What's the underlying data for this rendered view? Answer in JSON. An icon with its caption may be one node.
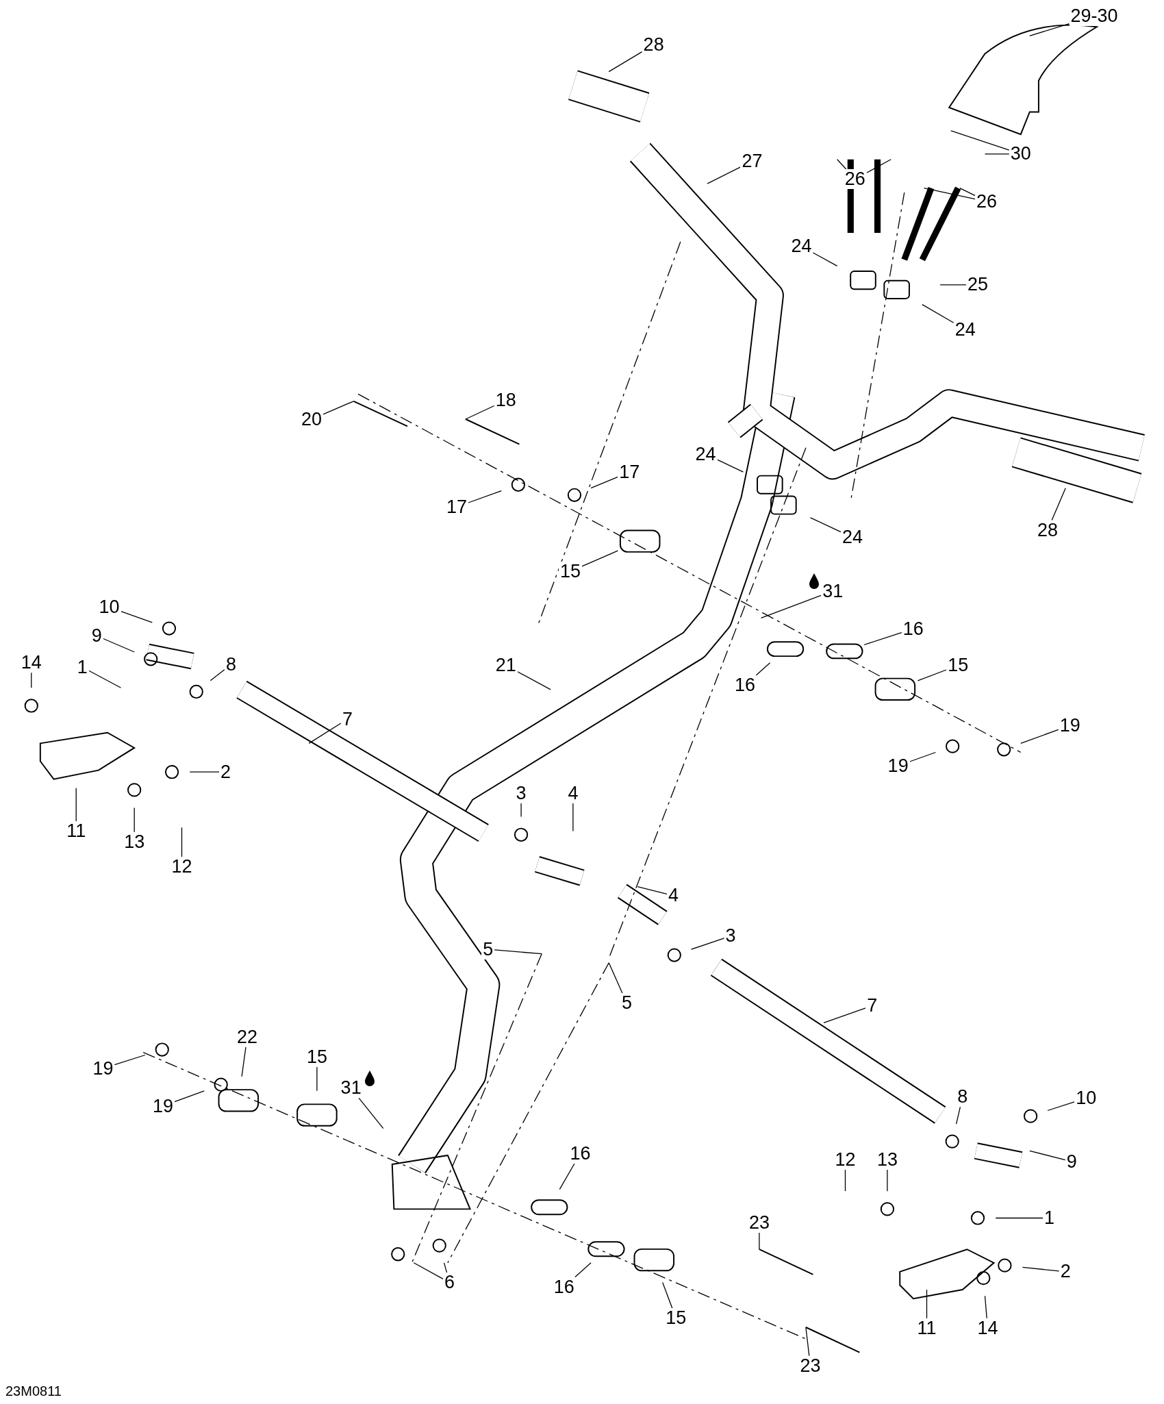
{
  "diagram": {
    "nodes": [
      {
        "text": [
          "28"
        ]
      },
      {
        "text": [
          "29-30"
        ]
      },
      {
        "text": [
          "27"
        ]
      },
      {
        "text": [
          "30"
        ]
      },
      {
        "text": [
          "26"
        ]
      },
      {
        "text": [
          "26"
        ]
      },
      {
        "text": [
          "24"
        ]
      },
      {
        "text": [
          "25"
        ]
      },
      {
        "text": [
          "24"
        ]
      },
      {
        "text": [
          "18"
        ]
      },
      {
        "text": [
          "20"
        ]
      },
      {
        "text": [
          "24"
        ]
      },
      {
        "text": [
          "28"
        ]
      },
      {
        "text": [
          "17"
        ]
      },
      {
        "text": [
          "17"
        ]
      },
      {
        "text": [
          "24"
        ]
      },
      {
        "text": [
          "15"
        ]
      },
      {
        "text": [
          "31"
        ]
      },
      {
        "text": [
          "10"
        ]
      },
      {
        "text": [
          "16"
        ]
      },
      {
        "text": [
          "9"
        ]
      },
      {
        "text": [
          "15"
        ]
      },
      {
        "text": [
          "21"
        ]
      },
      {
        "text": [
          "14"
        ]
      },
      {
        "text": [
          "8"
        ]
      },
      {
        "text": [
          "16"
        ]
      },
      {
        "text": [
          "1"
        ]
      },
      {
        "text": [
          "7"
        ]
      },
      {
        "text": [
          "19"
        ]
      },
      {
        "text": [
          "19"
        ]
      },
      {
        "text": [
          "2"
        ]
      },
      {
        "text": [
          "3"
        ]
      },
      {
        "text": [
          "4"
        ]
      },
      {
        "text": [
          "11"
        ]
      },
      {
        "text": [
          "13"
        ]
      },
      {
        "text": [
          "12"
        ]
      },
      {
        "text": [
          "4"
        ]
      },
      {
        "text": [
          "5"
        ]
      },
      {
        "text": [
          "3"
        ]
      },
      {
        "text": [
          "5"
        ]
      },
      {
        "text": [
          "22"
        ]
      },
      {
        "text": [
          "15"
        ]
      },
      {
        "text": [
          "7"
        ]
      },
      {
        "text": [
          "31"
        ]
      },
      {
        "text": [
          "19"
        ]
      },
      {
        "text": [
          "10"
        ]
      },
      {
        "text": [
          "19"
        ]
      },
      {
        "text": [
          "8"
        ]
      },
      {
        "text": [
          "12"
        ]
      },
      {
        "text": [
          "13"
        ]
      },
      {
        "text": [
          "9"
        ]
      },
      {
        "text": [
          "16"
        ]
      },
      {
        "text": [
          "23"
        ]
      },
      {
        "text": [
          "1"
        ]
      },
      {
        "text": [
          "6"
        ]
      },
      {
        "text": [
          "16"
        ]
      },
      {
        "text": [
          "2"
        ]
      },
      {
        "text": [
          "11"
        ]
      },
      {
        "text": [
          "14"
        ]
      },
      {
        "text": [
          "15"
        ]
      },
      {
        "text": [
          "23"
        ]
      }
    ],
    "edges": [
      {
        "from": 0,
        "to": null,
        "arrow": "none"
      },
      {
        "from": 1,
        "to": null,
        "arrow": "none"
      },
      {
        "from": 2,
        "to": null,
        "arrow": "none"
      },
      {
        "from": 3,
        "to": null,
        "arrow": "none"
      },
      {
        "from": 3,
        "to": null,
        "arrow": "none"
      },
      {
        "from": 4,
        "to": null,
        "arrow": "none"
      },
      {
        "from": 4,
        "to": null,
        "arrow": "none"
      },
      {
        "from": 5,
        "to": null,
        "arrow": "none"
      },
      {
        "from": 5,
        "to": null,
        "arrow": "none"
      },
      {
        "from": 6,
        "to": null,
        "arrow": "none"
      },
      {
        "from": 7,
        "to": null,
        "arrow": "none"
      },
      {
        "from": 8,
        "to": null,
        "arrow": "none"
      },
      {
        "from": 9,
        "to": null,
        "arrow": "none"
      },
      {
        "from": 10,
        "to": null,
        "arrow": "none"
      },
      {
        "from": 11,
        "to": null,
        "arrow": "none"
      },
      {
        "from": 12,
        "to": null,
        "arrow": "none"
      },
      {
        "from": 13,
        "to": null,
        "arrow": "none"
      },
      {
        "from": 14,
        "to": null,
        "arrow": "none"
      },
      {
        "from": 15,
        "to": null,
        "arrow": "none"
      },
      {
        "from": 16,
        "to": null,
        "arrow": "none"
      },
      {
        "from": 17,
        "to": null,
        "arrow": "none"
      },
      {
        "from": 18,
        "to": null,
        "arrow": "none"
      },
      {
        "from": 19,
        "to": null,
        "arrow": "none"
      },
      {
        "from": 20,
        "to": null,
        "arrow": "none"
      },
      {
        "from": 21,
        "to": null,
        "arrow": "none"
      },
      {
        "from": 22,
        "to": null,
        "arrow": "none"
      },
      {
        "from": 23,
        "to": null,
        "arrow": "none"
      },
      {
        "from": 24,
        "to": null,
        "arrow": "none"
      },
      {
        "from": 25,
        "to": null,
        "arrow": "none"
      },
      {
        "from": 26,
        "to": null,
        "arrow": "none"
      },
      {
        "from": 27,
        "to": null,
        "arrow": "none"
      },
      {
        "from": 28,
        "to": null,
        "arrow": "none"
      },
      {
        "from": 29,
        "to": null,
        "arrow": "none"
      },
      {
        "from": 30,
        "to": null,
        "arrow": "none"
      },
      {
        "from": 31,
        "to": null,
        "arrow": "none"
      },
      {
        "from": 32,
        "to": null,
        "arrow": "none"
      },
      {
        "from": 33,
        "to": null,
        "arrow": "none"
      },
      {
        "from": 34,
        "to": null,
        "arrow": "none"
      },
      {
        "from": 35,
        "to": null,
        "arrow": "none"
      },
      {
        "from": 36,
        "to": null,
        "arrow": "none"
      },
      {
        "from": 37,
        "to": null,
        "arrow": "none"
      },
      {
        "from": 38,
        "to": null,
        "arrow": "none"
      },
      {
        "from": 39,
        "to": null,
        "arrow": "none"
      },
      {
        "from": 40,
        "to": null,
        "arrow": "none"
      },
      {
        "from": 41,
        "to": null,
        "arrow": "none"
      },
      {
        "from": 42,
        "to": null,
        "arrow": "none"
      },
      {
        "from": 43,
        "to": null,
        "arrow": "none"
      },
      {
        "from": 44,
        "to": null,
        "arrow": "none"
      },
      {
        "from": 45,
        "to": null,
        "arrow": "none"
      },
      {
        "from": 46,
        "to": null,
        "arrow": "none"
      },
      {
        "from": 47,
        "to": null,
        "arrow": "none"
      },
      {
        "from": 48,
        "to": null,
        "arrow": "none"
      },
      {
        "from": 49,
        "to": null,
        "arrow": "none"
      },
      {
        "from": 50,
        "to": null,
        "arrow": "none"
      },
      {
        "from": 51,
        "to": null,
        "arrow": "none"
      },
      {
        "from": 52,
        "to": null,
        "arrow": "none"
      },
      {
        "from": 53,
        "to": null,
        "arrow": "none"
      },
      {
        "from": 54,
        "to": null,
        "arrow": "none"
      },
      {
        "from": 54,
        "to": null,
        "arrow": "none"
      },
      {
        "from": 55,
        "to": null,
        "arrow": "none"
      },
      {
        "from": 56,
        "to": null,
        "arrow": "none"
      },
      {
        "from": 57,
        "to": null,
        "arrow": "none"
      },
      {
        "from": 58,
        "to": null,
        "arrow": "none"
      },
      {
        "from": 59,
        "to": null,
        "arrow": "none"
      },
      {
        "from": 60,
        "to": null,
        "arrow": "none"
      }
    ],
    "labels": [
      "23M0811"
    ]
  }
}
